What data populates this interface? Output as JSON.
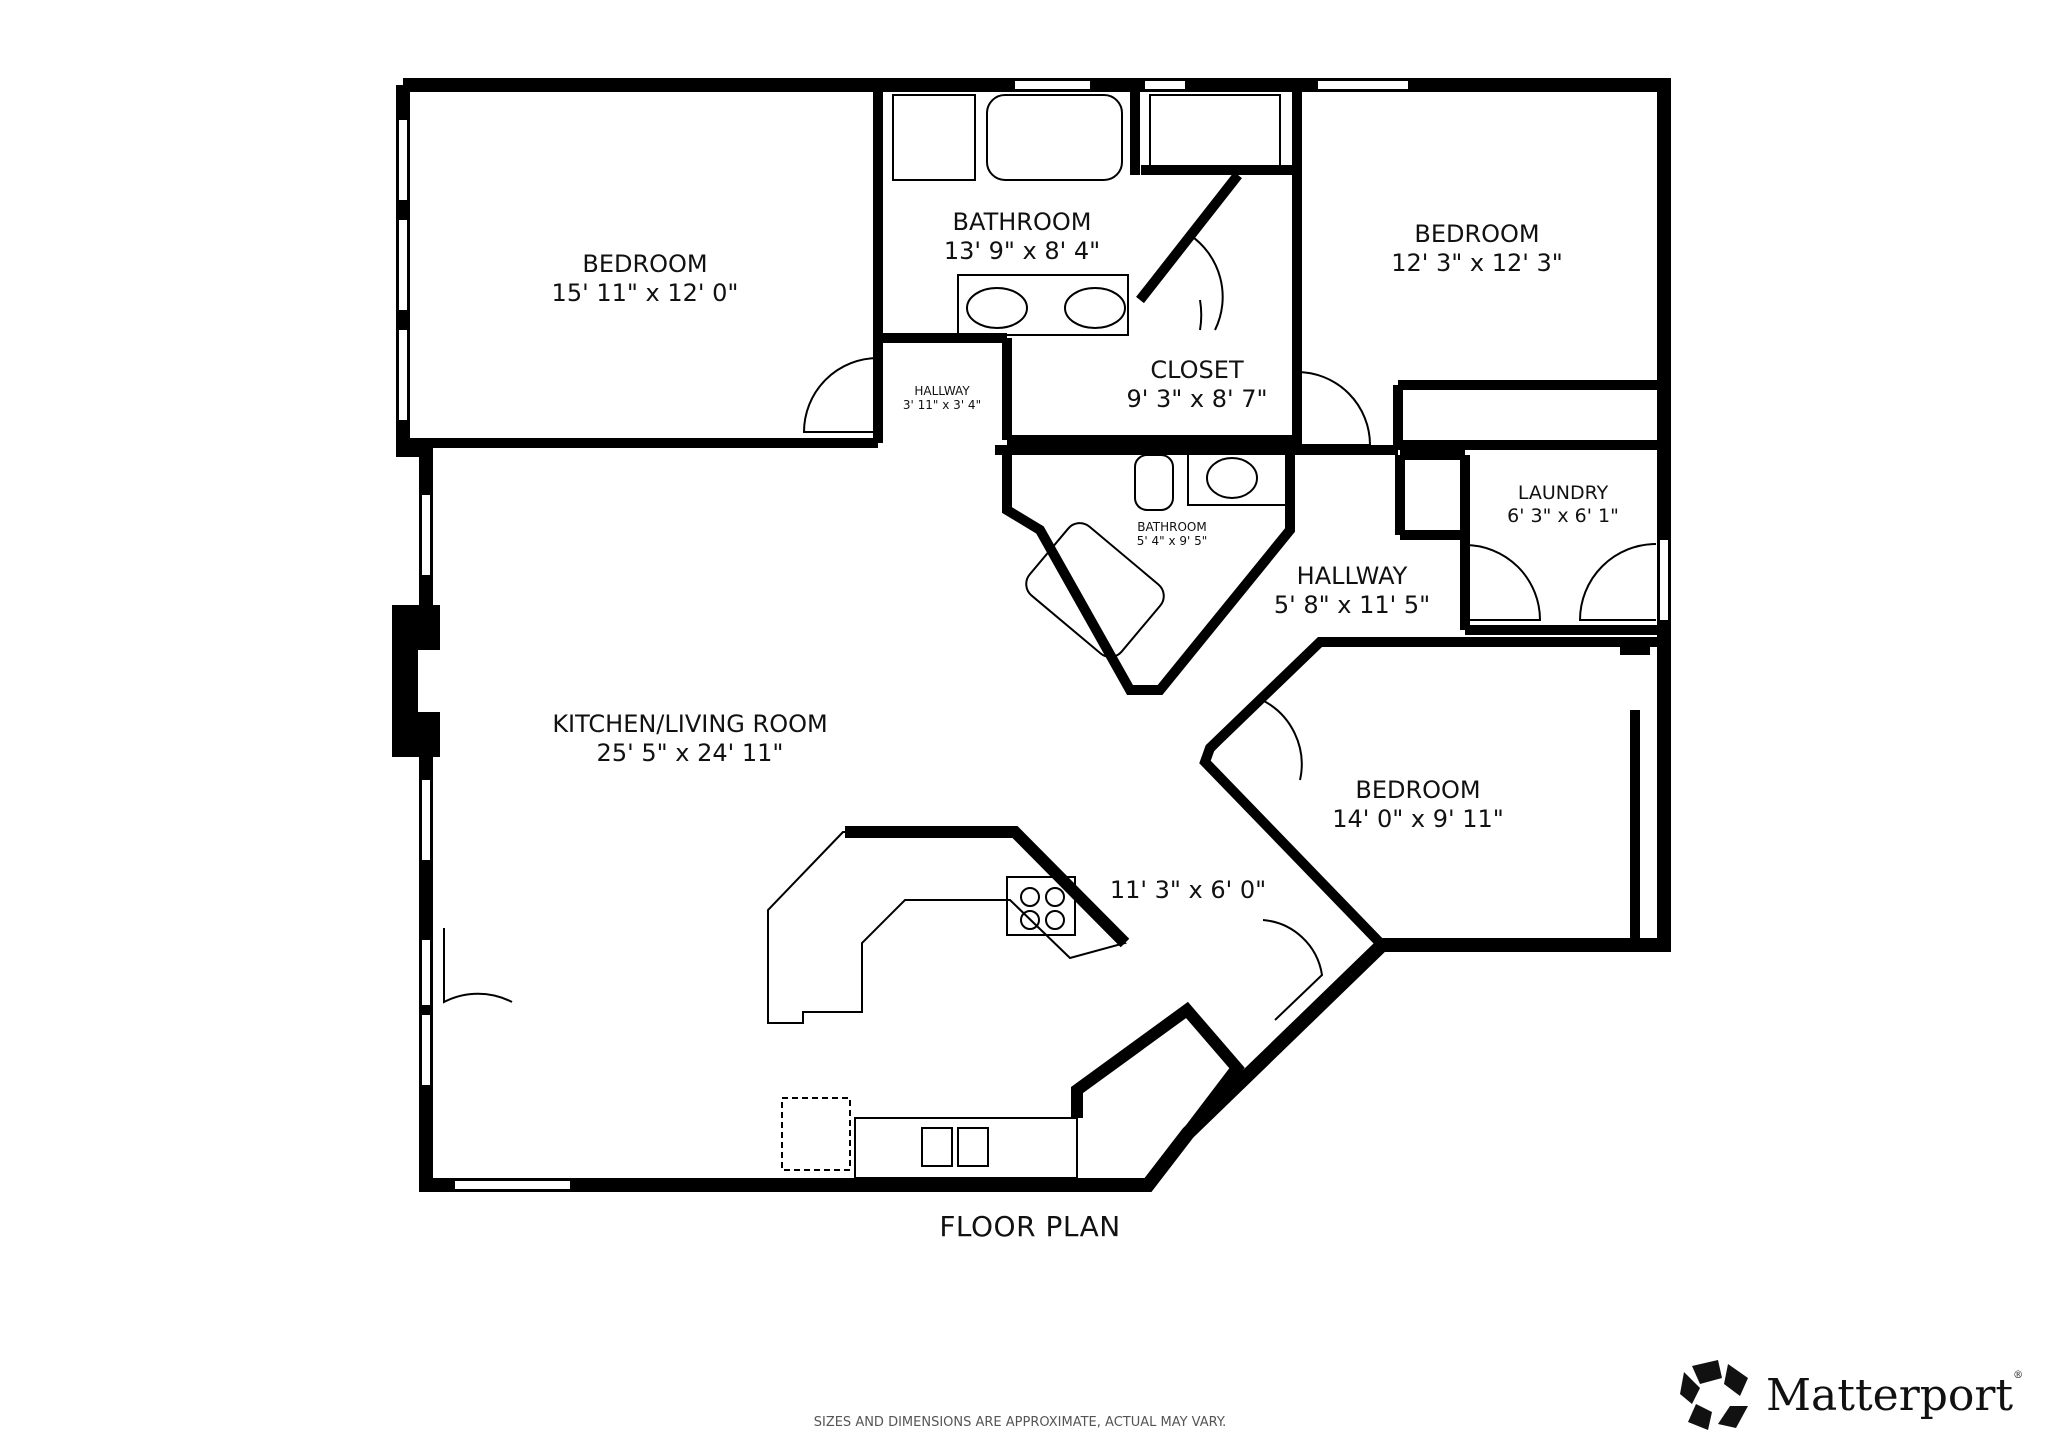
{
  "plan": {
    "title": "FLOOR PLAN",
    "disclaimer": "SIZES AND DIMENSIONS ARE APPROXIMATE, ACTUAL MAY VARY.",
    "brand": "Matterport",
    "brand_mark": "®",
    "wall_color": "#000000",
    "background": "#ffffff"
  },
  "rooms": [
    {
      "name": "BEDROOM",
      "dims": "15' 11\" x 12' 0\""
    },
    {
      "name": "BATHROOM",
      "dims": "13' 9\" x 8' 4\""
    },
    {
      "name": "BEDROOM",
      "dims": "12' 3\" x 12' 3\""
    },
    {
      "name": "CLOSET",
      "dims": "9' 3\" x 8' 7\""
    },
    {
      "name": "HALLWAY",
      "dims": "3' 11\" x 3' 4\""
    },
    {
      "name": "BATHROOM",
      "dims": "5' 4\" x 9' 5\""
    },
    {
      "name": "LAUNDRY",
      "dims": "6' 3\" x 6' 1\""
    },
    {
      "name": "HALLWAY",
      "dims": "5' 8\" x 11' 5\""
    },
    {
      "name": "KITCHEN/LIVING ROOM",
      "dims": "25' 5\" x 24' 11\""
    },
    {
      "name": "BEDROOM",
      "dims": "14' 0\" x 9' 11\""
    },
    {
      "name": "",
      "dims": "11' 3\" x 6' 0\""
    }
  ]
}
